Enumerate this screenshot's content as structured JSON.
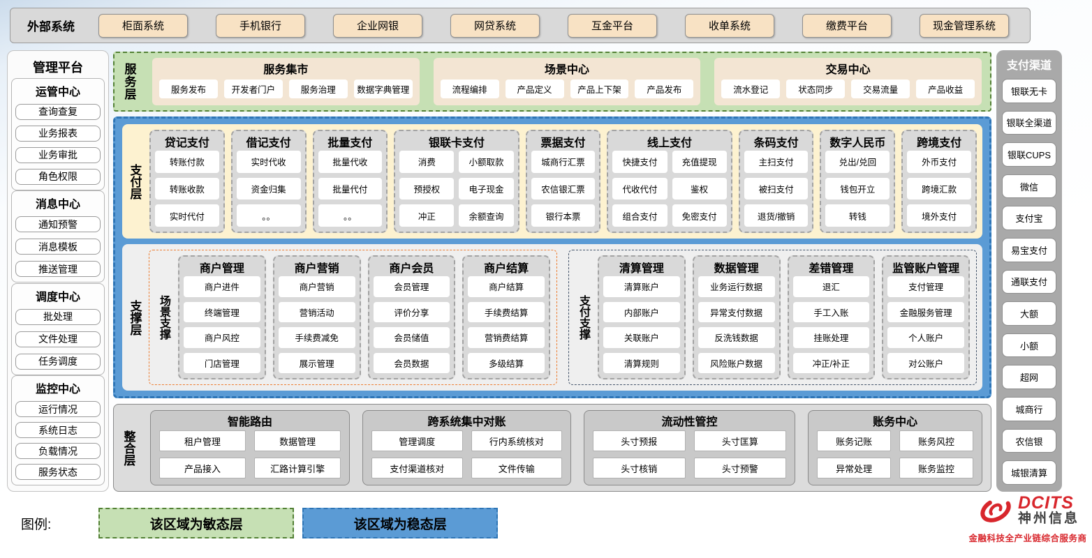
{
  "external": {
    "label": "外部系统",
    "systems": [
      "柜面系统",
      "手机银行",
      "企业网银",
      "网贷系统",
      "互金平台",
      "收单系统",
      "缴费平台",
      "现金管理系统"
    ]
  },
  "management": {
    "title": "管理平台",
    "groups": [
      {
        "title": "运管中心",
        "items": [
          "查询查复",
          "业务报表",
          "业务审批",
          "角色权限"
        ]
      },
      {
        "title": "消息中心",
        "items": [
          "通知预警",
          "消息模板",
          "推送管理"
        ]
      },
      {
        "title": "调度中心",
        "items": [
          "批处理",
          "文件处理",
          "任务调度"
        ]
      },
      {
        "title": "监控中心",
        "items": [
          "运行情况",
          "系统日志",
          "负载情况",
          "服务状态"
        ]
      }
    ]
  },
  "service_layer": {
    "label": "服务层",
    "sections": [
      {
        "title": "服务集市",
        "items": [
          "服务发布",
          "开发者门户",
          "服务治理",
          "数据字典管理"
        ]
      },
      {
        "title": "场景中心",
        "items": [
          "流程编排",
          "产品定义",
          "产品上下架",
          "产品发布"
        ]
      },
      {
        "title": "交易中心",
        "items": [
          "流水登记",
          "状态同步",
          "交易流量",
          "产品收益"
        ]
      }
    ]
  },
  "payment_layer": {
    "label": "支付层",
    "groups": [
      {
        "title": "贷记支付",
        "cols": 1,
        "items": [
          "转账付款",
          "转账收款",
          "实时代付"
        ]
      },
      {
        "title": "借记支付",
        "cols": 1,
        "items": [
          "实时代收",
          "资金归集",
          "。。"
        ]
      },
      {
        "title": "批量支付",
        "cols": 1,
        "items": [
          "批量代收",
          "批量代付",
          "。。"
        ]
      },
      {
        "title": "银联卡支付",
        "cols": 2,
        "items": [
          "消费",
          "小额取款",
          "预授权",
          "电子现金",
          "冲正",
          "余额查询"
        ]
      },
      {
        "title": "票据支付",
        "cols": 1,
        "items": [
          "城商行汇票",
          "农信银汇票",
          "银行本票"
        ]
      },
      {
        "title": "线上支付",
        "cols": 2,
        "items": [
          "快捷支付",
          "充值提现",
          "代收代付",
          "鉴权",
          "组合支付",
          "免密支付"
        ]
      },
      {
        "title": "条码支付",
        "cols": 1,
        "items": [
          "主扫支付",
          "被扫支付",
          "退货/撤销"
        ]
      },
      {
        "title": "数字人民币",
        "cols": 1,
        "items": [
          "兑出/兑回",
          "钱包开立",
          "转钱"
        ]
      },
      {
        "title": "跨境支付",
        "cols": 1,
        "items": [
          "外币支付",
          "跨境汇款",
          "境外支付"
        ]
      }
    ]
  },
  "support_layer": {
    "label": "支撑层",
    "zones": [
      {
        "label": "场景支撑",
        "accent": "#ed7d31",
        "groups": [
          {
            "title": "商户管理",
            "items": [
              "商户进件",
              "终端管理",
              "商户风控",
              "门店管理"
            ]
          },
          {
            "title": "商户营销",
            "items": [
              "商户营销",
              "营销活动",
              "手续费减免",
              "展示管理"
            ]
          },
          {
            "title": "商户会员",
            "items": [
              "会员管理",
              "评价分享",
              "会员储值",
              "会员数据"
            ]
          },
          {
            "title": "商户结算",
            "items": [
              "商户结算",
              "手续费结算",
              "营销费结算",
              "多级结算"
            ]
          }
        ]
      },
      {
        "label": "支付支撑",
        "accent": "#44546a",
        "groups": [
          {
            "title": "清算管理",
            "items": [
              "清算账户",
              "内部账户",
              "关联账户",
              "清算规则"
            ]
          },
          {
            "title": "数据管理",
            "items": [
              "业务运行数据",
              "异常支付数据",
              "反洗钱数据",
              "风险账户数据"
            ]
          },
          {
            "title": "差错管理",
            "items": [
              "退汇",
              "手工入账",
              "挂账处理",
              "冲正/补正"
            ]
          },
          {
            "title": "监管账户管理",
            "items": [
              "支付管理",
              "金融服务管理",
              "个人账户",
              "对公账户"
            ]
          }
        ]
      }
    ]
  },
  "integration_layer": {
    "label": "整合层",
    "sections": [
      {
        "title": "智能路由",
        "items": [
          "租户管理",
          "数据管理",
          "产品接入",
          "汇路计算引擎"
        ]
      },
      {
        "title": "跨系统集中对账",
        "items": [
          "管理调度",
          "行内系统核对",
          "支付渠道核对",
          "文件传输"
        ]
      },
      {
        "title": "流动性管控",
        "items": [
          "头寸预报",
          "头寸匡算",
          "头寸核销",
          "头寸预警"
        ]
      },
      {
        "title": "账务中心",
        "items": [
          "账务记账",
          "账务风控",
          "异常处理",
          "账务监控"
        ]
      }
    ]
  },
  "channels": {
    "title": "支付渠道",
    "items": [
      "银联无卡",
      "银联全渠道",
      "银联CUPS",
      "微信",
      "支付宝",
      "易宝支付",
      "通联支付",
      "大额",
      "小额",
      "超网",
      "城商行",
      "农信银",
      "城银清算"
    ]
  },
  "legend": {
    "label": "图例:",
    "items": [
      {
        "text": "该区域为敏态层",
        "color": "#c6e0b4"
      },
      {
        "text": "该区域为稳态层",
        "color": "#5b9bd5"
      }
    ]
  },
  "logo": {
    "brand": "DCITS",
    "company": "神州信息",
    "tagline": "金融科技全产业链综合服务商"
  },
  "colors": {
    "agile_green": "#c6e0b4",
    "agile_border": "#538135",
    "stable_blue": "#5b9bd5",
    "stable_border": "#2e75b6",
    "wheat_button": "#f8e2c4",
    "payment_panel": "#fdf2d0",
    "scene_accent": "#ed7d31",
    "pay_support_accent": "#44546a",
    "brand_red": "#d8262c"
  }
}
